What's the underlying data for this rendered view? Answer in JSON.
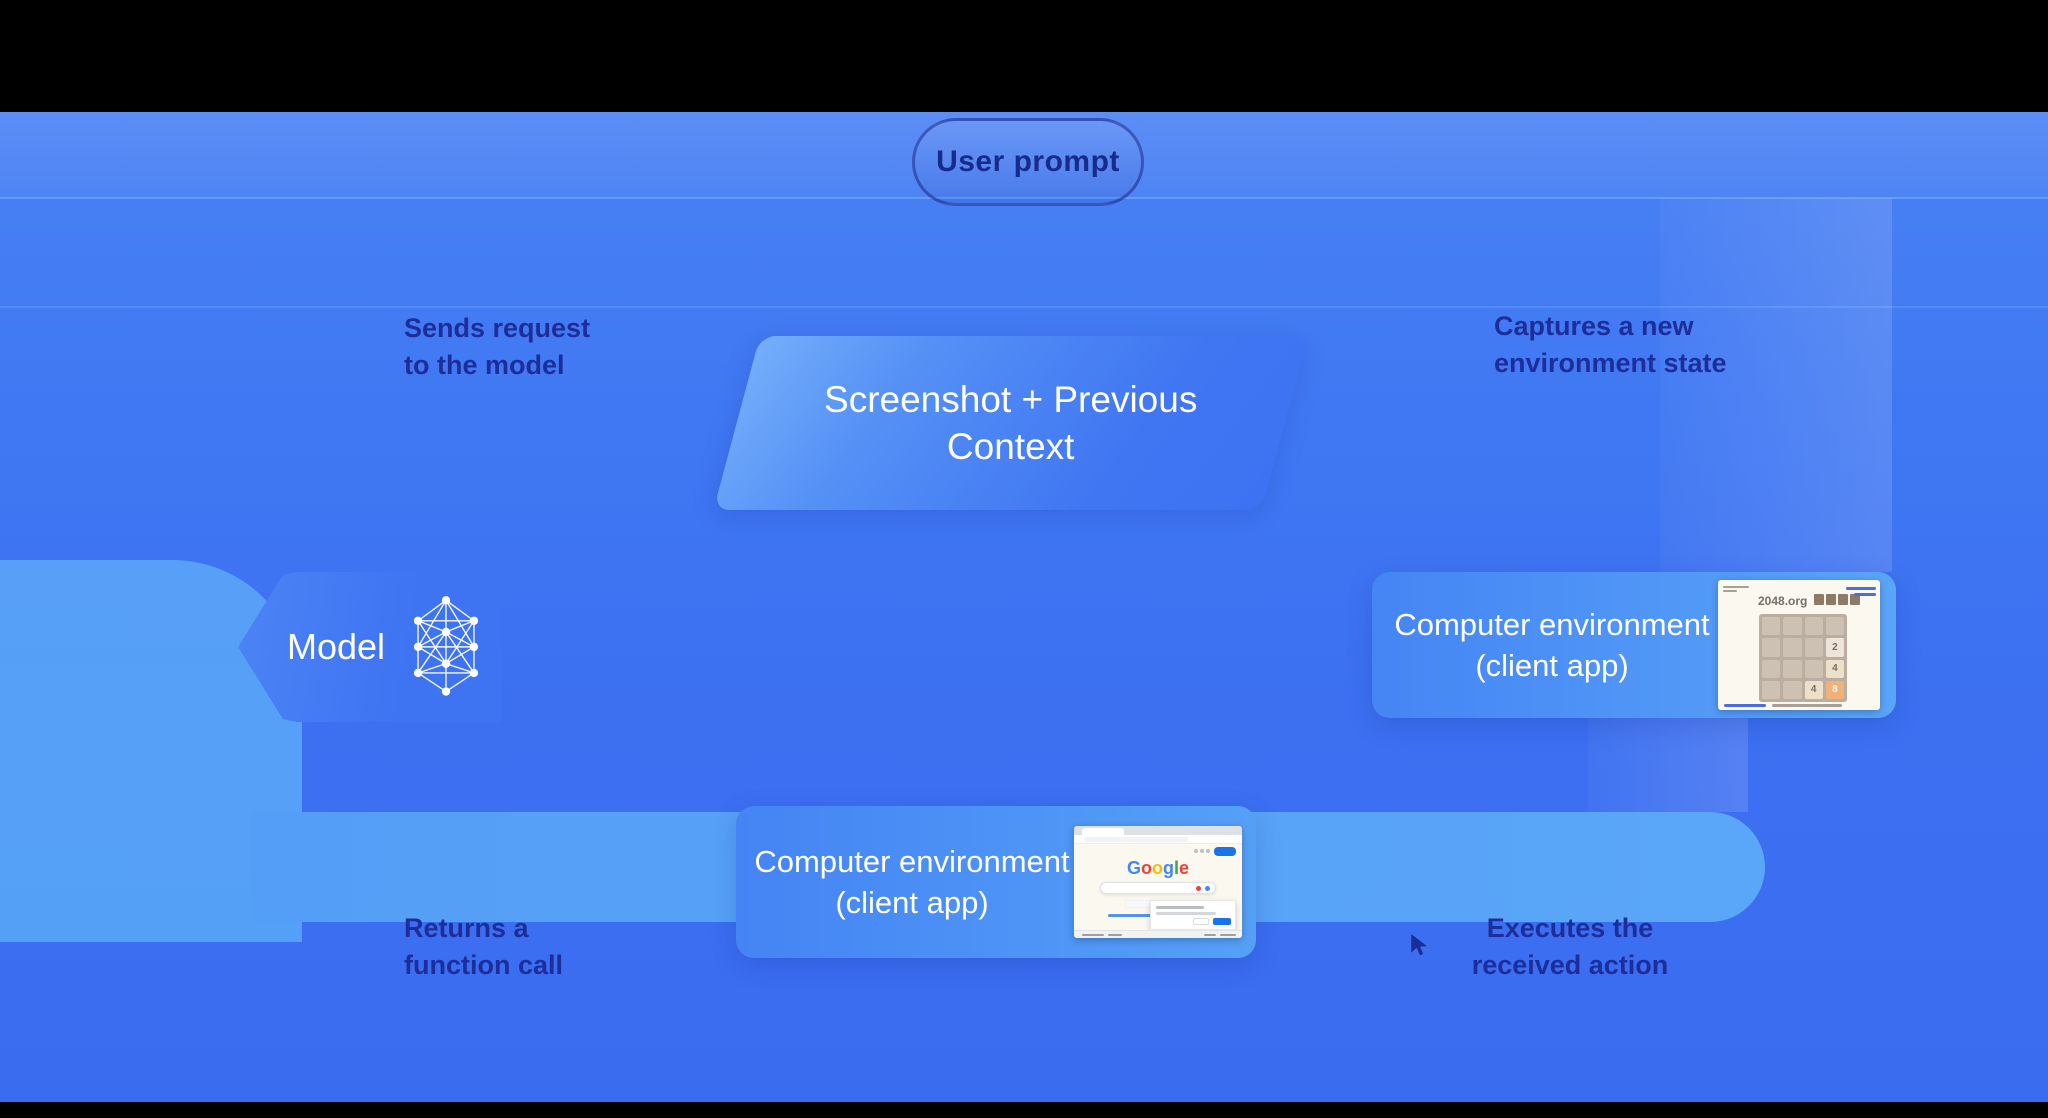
{
  "header": {
    "pill_label": "User prompt"
  },
  "flow_labels": {
    "top_left": {
      "line1": "Sends request",
      "line2": "to the model"
    },
    "top_right": {
      "line1": "Captures a new",
      "line2": "environment state"
    },
    "bottom_left": {
      "line1": "Returns a",
      "line2": "function call"
    },
    "bottom_right": {
      "line1": "Executes the",
      "line2": "received action"
    }
  },
  "nodes": {
    "context": {
      "line1": "Screenshot + Previous",
      "line2": "Context"
    },
    "model": {
      "label": "Model"
    },
    "env_right": {
      "line1": "Computer environment",
      "line2": "(client app)"
    },
    "env_bottom": {
      "line1": "Computer environment",
      "line2": "(client app)"
    }
  },
  "mini_2048": {
    "site": "2048.org",
    "grid_size": 4,
    "tiles": [
      {
        "row": 2,
        "col": 4,
        "value": "2"
      },
      {
        "row": 3,
        "col": 4,
        "value": "4"
      },
      {
        "row": 4,
        "col": 3,
        "value": "4"
      },
      {
        "row": 4,
        "col": 4,
        "value": "8"
      }
    ]
  },
  "mini_google": {
    "logo": "Google"
  },
  "colors": {
    "canvas_black": "#000000",
    "background_blue": "#3d71f2",
    "light_arrow_blue": "#57a1f7",
    "card_gradient_start": "#4585f4",
    "card_gradient_end": "#5aa5f8",
    "label_ink": "#1d2e9b",
    "google_logo": [
      "#4285F4",
      "#EA4335",
      "#FBBC05",
      "#4285F4",
      "#34A853",
      "#EA4335"
    ],
    "tile_2": "#eee4da",
    "tile_4": "#ede0c8",
    "tile_8": "#f2b179"
  }
}
